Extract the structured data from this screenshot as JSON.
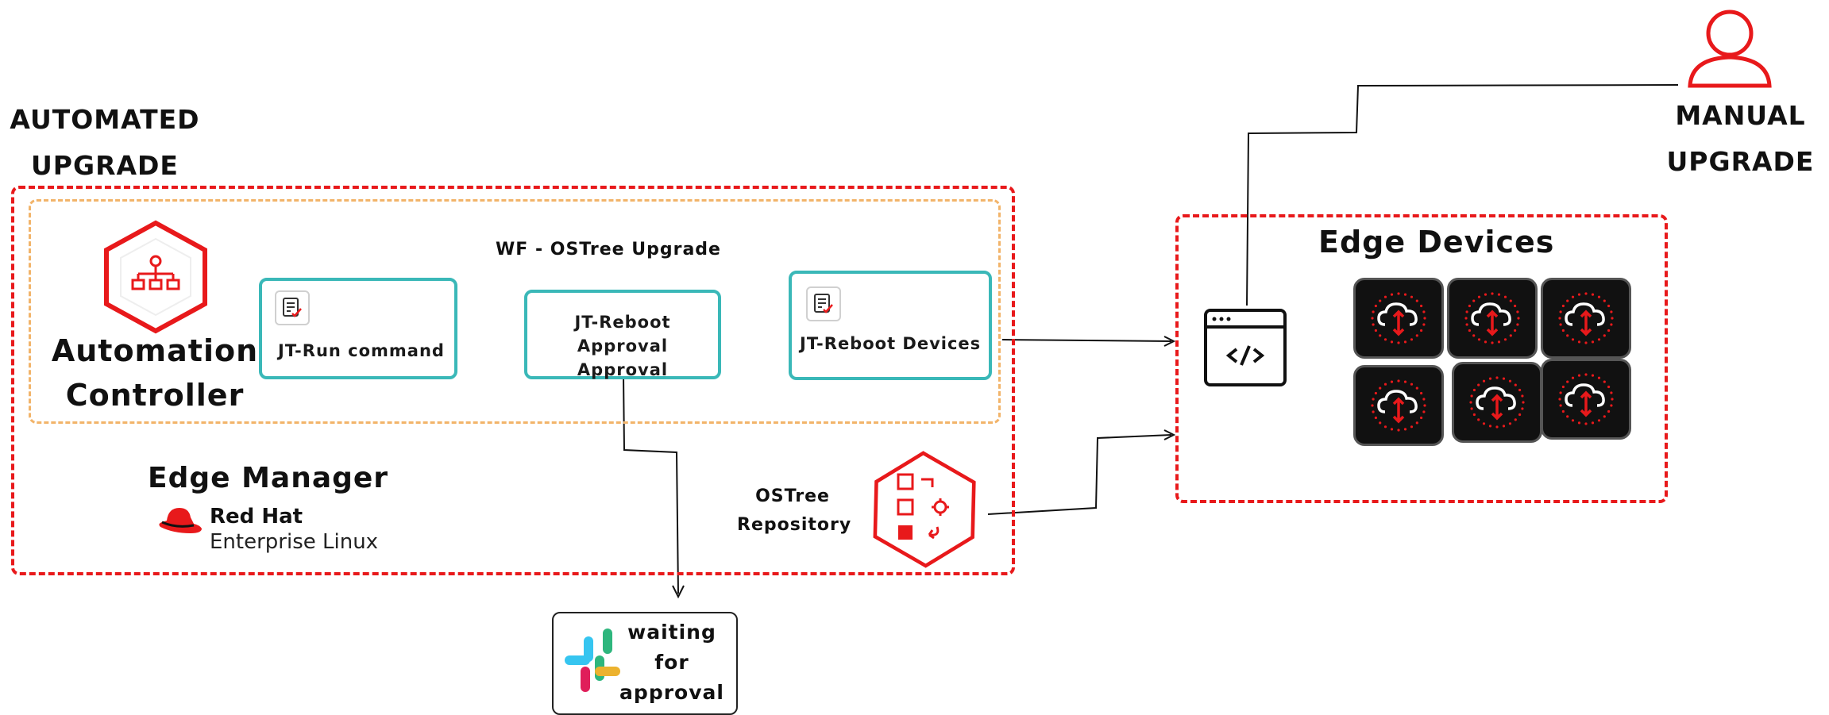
{
  "labels": {
    "automated_upgrade_line1": "AUTOMATED",
    "automated_upgrade_line2": "UPGRADE",
    "manual_upgrade_line1": "MANUAL",
    "manual_upgrade_line2": "UPGRADE",
    "workflow_title": "WF - OSTree Upgrade",
    "automation_controller_line1": "Automation",
    "automation_controller_line2": "Controller",
    "edge_manager": "Edge Manager",
    "redhat_brand": "Red Hat",
    "redhat_product": "Enterprise Linux",
    "ostree_repository_line1": "OSTree",
    "ostree_repository_line2": "Repository",
    "edge_devices": "Edge Devices",
    "waiting_line1": "waiting",
    "waiting_line2": "for",
    "waiting_line3": "approval"
  },
  "jobs": {
    "run_command": "JT-Run command",
    "reboot_approval_line1": "JT-Reboot Approval",
    "reboot_approval_line2": "Approval",
    "reboot_devices": "JT-Reboot Devices"
  },
  "icons": {
    "automation": "automation-controller-hexagon-icon",
    "document": "document-check-icon",
    "ostree": "ostree-repository-hexagon-icon",
    "terminal": "code-window-icon",
    "device": "cloud-sync-icon",
    "user": "user-icon",
    "slack": "slack-icon",
    "redhat": "red-hat-logo-icon"
  },
  "colors": {
    "red": "#e8191b",
    "teal": "#3ab8b8",
    "orange": "#f2b46a",
    "device_bg": "#111111"
  }
}
